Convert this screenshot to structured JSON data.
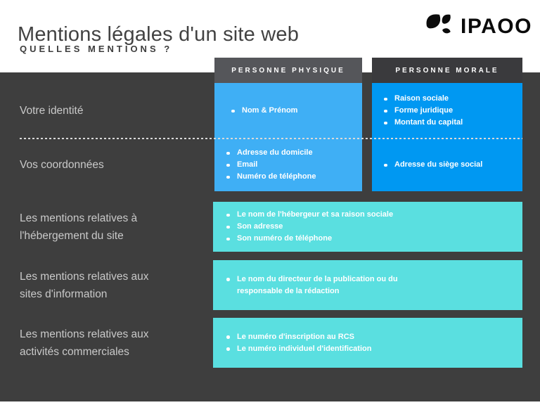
{
  "header": {
    "title": "Mentions légales d'un site web",
    "subtitle": "QUELLES MENTIONS ?",
    "brand": "IPAOO"
  },
  "columns": {
    "physique_label": "PERSONNE PHYSIQUE",
    "morale_label": "PERSONNE MORALE"
  },
  "rows": {
    "identite": {
      "label": "Votre identité",
      "physique_items": [
        "Nom & Prénom"
      ],
      "morale_items": [
        "Raison sociale",
        "Forme juridique",
        "Montant du capital"
      ]
    },
    "coordonnees": {
      "label": "Vos coordonnées",
      "physique_items": [
        "Adresse du domicile",
        "Email",
        "Numéro de téléphone"
      ],
      "morale_items": [
        "Adresse du siège social"
      ]
    },
    "hebergement": {
      "label_lines": [
        "Les mentions relatives à",
        "l'hébergement du site"
      ],
      "items": [
        "Le nom de l'hébergeur et sa raison sociale",
        "Son adresse",
        "Son numéro de téléphone"
      ]
    },
    "information": {
      "label_lines": [
        "Les mentions relatives aux",
        "sites d'information"
      ],
      "items": [
        [
          "Le nom du directeur de la publication ou du",
          "responsable de la rédaction"
        ]
      ]
    },
    "commerciales": {
      "label_lines": [
        "Les mentions relatives aux",
        "activités commerciales"
      ],
      "items": [
        "Le numéro d'inscription au RCS",
        "Le numéro individuel d'identification"
      ]
    }
  },
  "icons": {
    "logo_icon": "leaf-sprig-icon"
  },
  "colors": {
    "bg_dark": "#3E3E3E",
    "hdr_phys": "#55565A",
    "hdr_mor": "#3A3A3D",
    "blue_phys": "#3FAFF5",
    "blue_mor": "#0098F2",
    "teal": "#5ADFE0",
    "label_text": "#C9C9C9",
    "title_text": "#424242",
    "logo_black": "#0B0B0B"
  }
}
